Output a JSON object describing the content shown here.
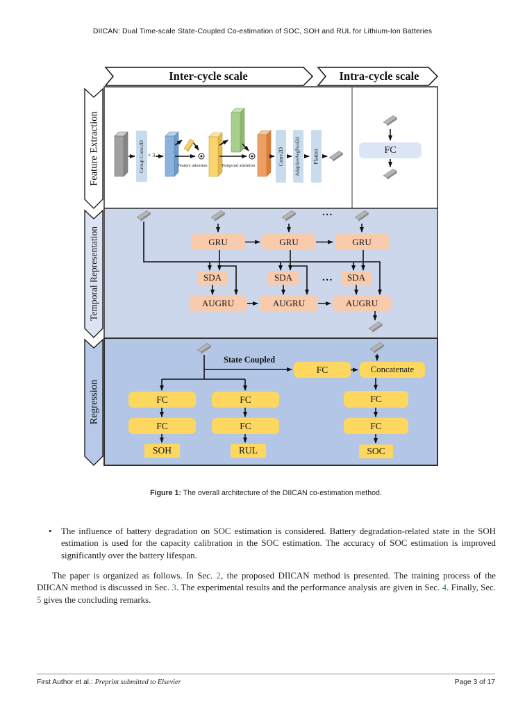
{
  "header": "DIICAN: Dual Time-scale State-Coupled Co-estimation of SOC, SOH and RUL for Lithium-Ion Batteries",
  "figure": {
    "banners": {
      "inter": "Inter-cycle scale",
      "intra": "Intra-cycle scale"
    },
    "section_labels": {
      "feature_extraction": "Feature Extraction",
      "temporal_representation": "Temporal Representation",
      "regression": "Regression"
    },
    "feature_extraction": {
      "group_conv_label": "Group Conv2D",
      "repeat_label": "× 3",
      "feature_attention_label": "Feature attention",
      "temporal_attention_label": "Temporal attention",
      "multiply_symbol": "⊙",
      "conv2d_label": "Conv2D",
      "adaptive_pool_label": "AdaptiveAvgPool2d",
      "flatten_label": "Flatten",
      "intra_fc_label": "FC"
    },
    "temporal_representation": {
      "gru_label": "GRU",
      "sda_label": "SDA",
      "augru_label": "AUGRU",
      "ellipsis": "..."
    },
    "regression": {
      "state_coupled_label": "State Coupled",
      "fc_label": "FC",
      "concatenate_label": "Concatenate",
      "soh_label": "SOH",
      "rul_label": "RUL",
      "soc_label": "SOC"
    },
    "colors": {
      "temporal_bg": "#ccd7eb",
      "temporal_banner_bg": "#dce4f4",
      "regression_bg": "#b3c6e6",
      "regression_banner_bg": "#b7c9e8",
      "block_peach": "#f8cbad",
      "block_yellow": "#fdd75f",
      "conv_rect_blue": "#c9dcee",
      "fc_intra_blue": "#dbe5f5",
      "link_green": "#3e7a52"
    }
  },
  "caption": {
    "label": "Figure 1:",
    "text": "The overall architecture of the DIICAN co-estimation method."
  },
  "body": {
    "bullet_marker": "•",
    "bullet_text": "The influence of battery degradation on SOC estimation is considered. Battery degradation-related state in the SOH estimation is used for the capacity calibration in the SOC estimation. The accuracy of SOC estimation is improved significantly over the battery lifespan.",
    "organization_runs": [
      {
        "t": "The paper is organized as follows. In Sec. "
      },
      {
        "t": "2",
        "link": true
      },
      {
        "t": ", the proposed DIICAN method is presented. The training process of the DIICAN method is discussed in Sec. "
      },
      {
        "t": "3",
        "link": true
      },
      {
        "t": ". The experimental results and the performance analysis are given in Sec. "
      },
      {
        "t": "4",
        "link": true
      },
      {
        "t": ". Finally, Sec. "
      },
      {
        "t": "5",
        "link": true
      },
      {
        "t": " gives the concluding remarks."
      }
    ]
  },
  "footer": {
    "authors": "First Author et al.:",
    "preprint": "Preprint submitted to Elsevier",
    "page": "Page 3 of 17"
  }
}
